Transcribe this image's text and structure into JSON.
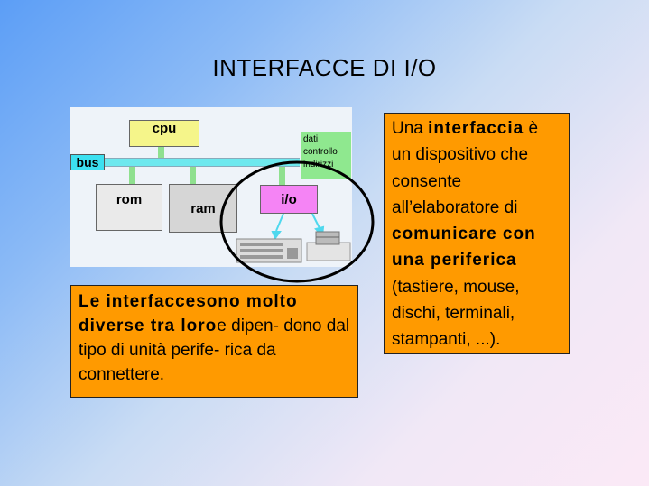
{
  "title": "INTERFACCE DI I/O",
  "diagram": {
    "cpu": "cpu",
    "bus": "bus",
    "rom": "rom",
    "ram": "ram",
    "io": "i/o",
    "legend": [
      "dati",
      "controllo",
      "indirizzi"
    ],
    "devices": [
      "keyboard-icon",
      "printer-icon"
    ]
  },
  "left_box": {
    "bold": "Le interfaccesono molto diverse tra loro",
    "normal": "e dipen- dono dal tipo di unità  perife- rica da connettere."
  },
  "right_box": {
    "t1": "Una ",
    "b1": "interfaccia",
    "t2": " è un dispositivo che consente all’elaboratore di ",
    "b2": "comunicare con una periferica",
    "t3": " (tastiere, mouse, dischi, terminali, stampanti, ...)."
  },
  "colors": {
    "accent_box": "#ff9a00",
    "io": "#f584f5",
    "cpu": "#f5f58a",
    "bus": "#3ce0f0"
  }
}
